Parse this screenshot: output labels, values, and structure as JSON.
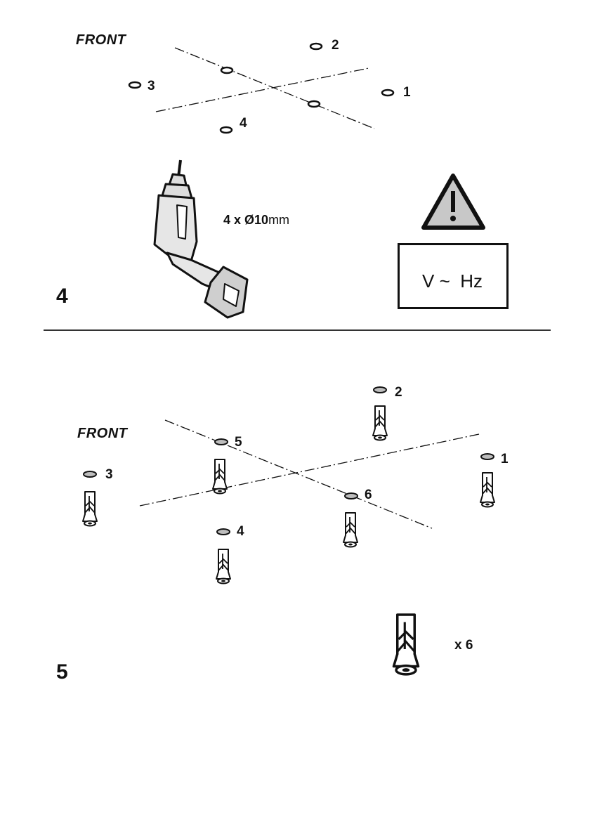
{
  "step4": {
    "step_number": "4",
    "front_label": "FRONT",
    "holes": [
      "1",
      "2",
      "3",
      "4"
    ],
    "drill_count": "4 x ",
    "drill_diameter": "Ø10",
    "drill_unit": "mm",
    "voltage_label": "V ~  Hz"
  },
  "step5": {
    "step_number": "5",
    "front_label": "FRONT",
    "holes": [
      "1",
      "2",
      "3",
      "4",
      "5",
      "6"
    ],
    "plug_quantity": "x 6"
  },
  "icons": {
    "warning": "warning-triangle-icon",
    "drill": "drill-icon",
    "wall_plug": "wall-plug-icon"
  },
  "colors": {
    "line": "#111111",
    "hole_fill_step4": "#ffffff",
    "hole_fill_step5": "#bdbdbd",
    "warning_fill": "#c8c8c8",
    "drill_fill": "#e6e6e6"
  }
}
